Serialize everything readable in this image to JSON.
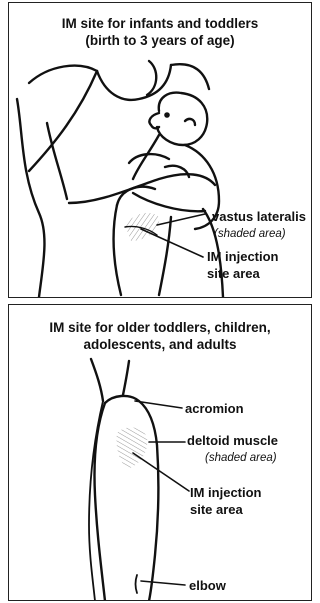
{
  "top_panel": {
    "title_line1": "IM site for infants and toddlers",
    "title_line2": "(birth to 3 years of age)",
    "label_muscle": "vastus lateralis",
    "label_shaded": "(shaded area)",
    "label_site_line1": "IM injection",
    "label_site_line2": "site area"
  },
  "bottom_panel": {
    "title_line1": "IM site for older toddlers, children,",
    "title_line2": "adolescents, and adults",
    "label_acromion": "acromion",
    "label_muscle": "deltoid muscle",
    "label_shaded": "(shaded area)",
    "label_site_line1": "IM injection",
    "label_site_line2": "site area",
    "label_elbow": "elbow"
  }
}
